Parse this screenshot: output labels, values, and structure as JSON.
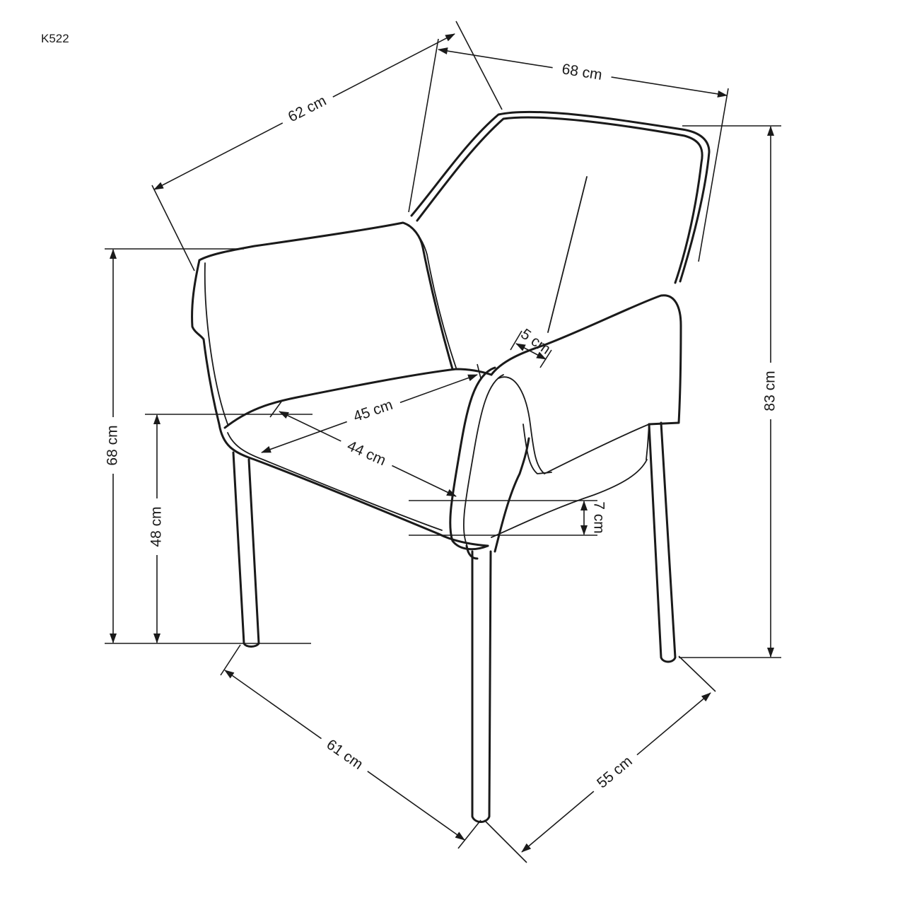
{
  "model": "K522",
  "dimensions": {
    "width_back": "62 cm",
    "width_top": "68 cm",
    "height_total": "83 cm",
    "armrest_height": "68 cm",
    "seat_height": "48 cm",
    "seat_width": "45 cm",
    "seat_depth": "44 cm",
    "armrest_width": "5 cm",
    "seat_thickness": "7 cm",
    "depth": "61 cm",
    "base_width": "55 cm"
  },
  "colors": {
    "line": "#1a1a1a",
    "background": "#ffffff"
  }
}
